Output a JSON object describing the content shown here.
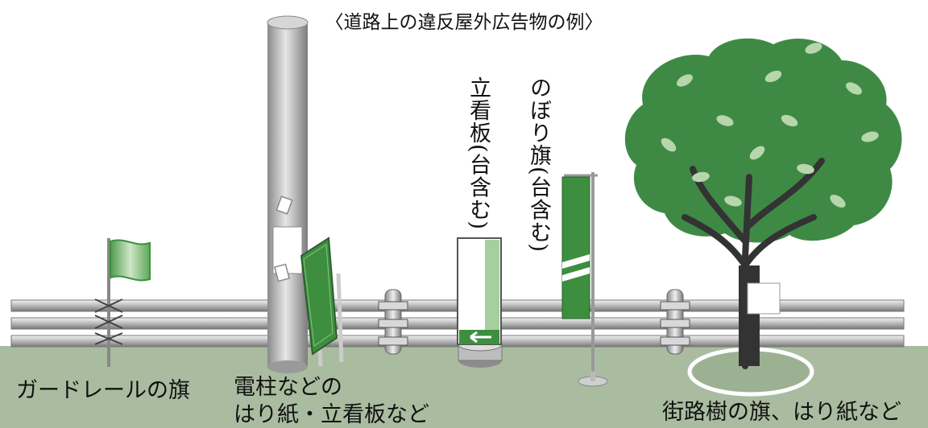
{
  "title": "〈道路上の違反屋外広告物の例〉",
  "labels": {
    "guardrail_flag": "ガードレールの旗",
    "pole_line1": "電柱などの",
    "pole_line2": "はり紙・立看板など",
    "tree": "街路樹の旗、はり紙など",
    "standing_sign": "立看板(台含む)",
    "nobori": "のぼり旗(台含む)"
  },
  "colors": {
    "green": "#3d8f3f",
    "light_green": "#a5cf9c",
    "ground": "#a9bca0",
    "rail": "#c4c4c4",
    "pole": "#c8c8c8",
    "foliage": "#3e8a45",
    "trunk": "#333333"
  }
}
